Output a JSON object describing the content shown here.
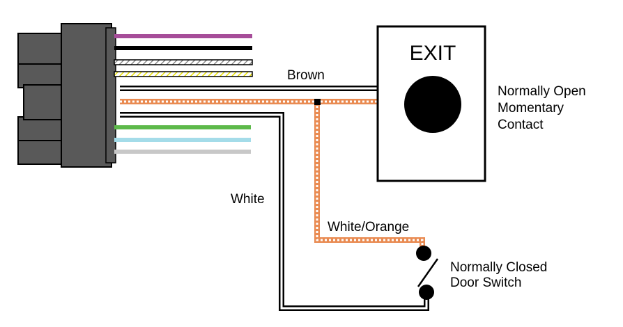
{
  "labels": {
    "exit": "EXIT",
    "brown": "Brown",
    "white": "White",
    "white_orange": "White/Orange",
    "no_contact": [
      "Normally Open",
      "Momentary",
      "Contact"
    ],
    "nc_switch": [
      "Normally Closed",
      "Door Switch"
    ]
  },
  "colors": {
    "purple": "#a64d99",
    "black": "#000000",
    "white_stripe": "#ffffff",
    "yellow": "#f4f000",
    "brown_wire": "#ffffff",
    "orange": "#e98b52",
    "white": "#ffffff",
    "green": "#5db94a",
    "light_blue": "#a4dce9",
    "gray": "#c8c8c8",
    "connector": "#595959"
  }
}
